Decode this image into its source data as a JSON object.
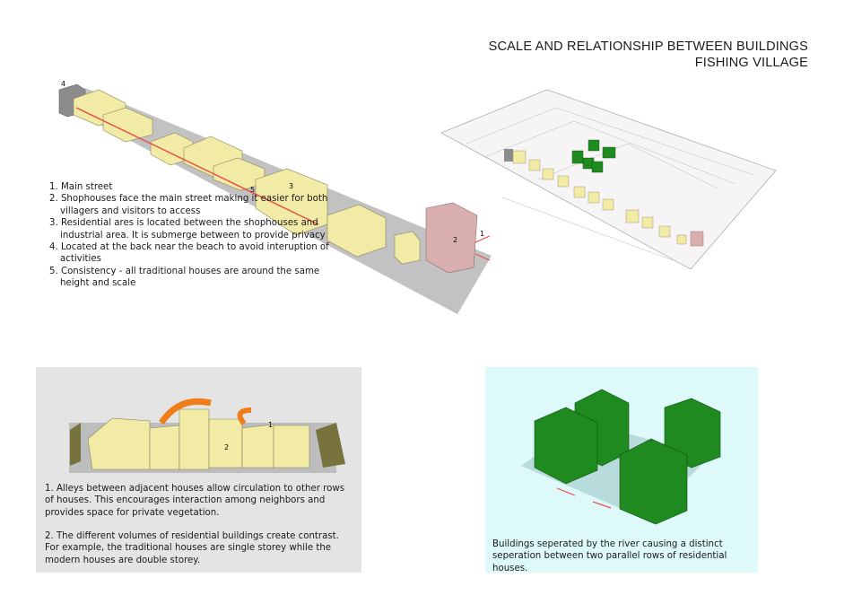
{
  "header": {
    "title_line1": "SCALE AND RELATIONSHIP BETWEEN BUILDINGS",
    "title_line2": "FISHING VILLAGE"
  },
  "street_diagram": {
    "labels": [
      "1",
      "2",
      "3",
      "4",
      "5"
    ],
    "notes": [
      "1. Main street",
      "2. Shophouses face the main street making it easier for both villagers and visitors to access",
      "3. Residential ares is located between the shophouses and industrial area. It is submerge between to provide privacy",
      "4. Located at the back near the beach to avoid interuption of activities",
      "5. Consistency - all traditional houses are around the same height and scale"
    ],
    "colors": {
      "residential": "#f1eba6",
      "shophouse": "#d9aeae",
      "back": "#8c8c8c",
      "ground": "#c2c2c2",
      "street": "#e8504a"
    }
  },
  "alley_panel": {
    "labels": [
      "1",
      "2"
    ],
    "text1": "1. Alleys between adjacent houses allow circulation to other rows of houses. This encourages interaction among neighbors and provides space for private vegetation.",
    "text2": "2. The different volumes of residential buildings create contrast. For example, the traditional houses are single storey while the modern houses are double storey.",
    "colors": {
      "arrow": "#ef7d1a",
      "panel": "#e4e4e4"
    }
  },
  "river_panel": {
    "text": "Buildings seperated by the river causing a distinct seperation between two parallel rows of residential houses.",
    "colors": {
      "building": "#1f8a1f",
      "panel": "#ddf9f9"
    }
  }
}
